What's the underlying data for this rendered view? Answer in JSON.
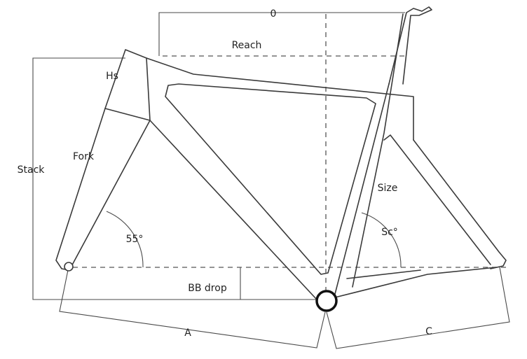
{
  "labels": {
    "offset": "0",
    "reach": "Reach",
    "head_tube": "Hs",
    "stack": "Stack",
    "fork": "Fork",
    "size": "Size",
    "head_angle": "55°",
    "seat_angle": "Sc°",
    "bb_drop": "BB drop",
    "a": "A",
    "c": "C"
  }
}
